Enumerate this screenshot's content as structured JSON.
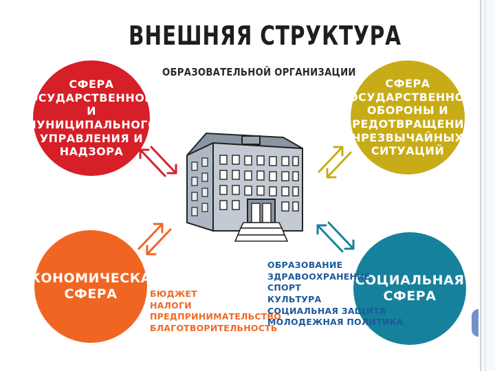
{
  "title": "ВНЕШНЯЯ СТРУКТУРА",
  "subtitle": "ОБРАЗОВАТЕЛЬНОЙ ОРГАНИЗАЦИИ",
  "spheres": {
    "state": {
      "label": "СФЕРА\nГОСУДАРСТВЕННОГО\nИ МУНИЦИПАЛЬНОГО\nУПРАВЛЕНИЯ И\nНАДЗОРА",
      "color": "#d61f28"
    },
    "defense": {
      "label": "СФЕРА\nГОСУДАРСТВЕННОЙ\nОБОРОНЫ И\nПРЕДОТВРАЩЕНИЯ\nЧРЕЗВЫЧАЙНЫХ\nСИТУАЦИЙ",
      "color": "#c8ac17"
    },
    "economic": {
      "label": "ЭКОНОМИЧЕСКАЯ\nСФЕРА",
      "color": "#f06522"
    },
    "social": {
      "label": "СОЦИАЛЬНАЯ\nСФЕРА",
      "color": "#16819c"
    }
  },
  "economic_items": [
    "БЮДЖЕТ",
    "НАЛОГИ",
    "ПРЕДПРИНИМАТЕЛЬСТВО",
    "БЛАГОТВОРИТЕЛЬНОСТЬ"
  ],
  "social_items": [
    "ОБРАЗОВАНИЕ",
    "ЗДРАВООХРАНЕНИЕ",
    "СПОРТ",
    "КУЛЬТУРА",
    "СОЦИАЛЬНАЯ ЗАЩИТА",
    "МОЛОДЕЖНАЯ ПОЛИТИКА"
  ],
  "icons": {
    "building": "school-building-icon",
    "arrows": "bidirectional-arrow-icon"
  }
}
